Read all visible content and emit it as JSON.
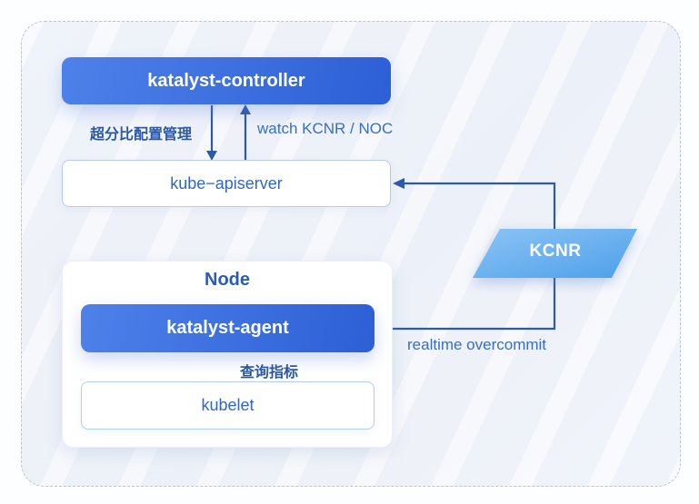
{
  "nodes": {
    "controller": "katalyst-controller",
    "apiserver": "kube−apiserver",
    "node_group_title": "Node",
    "agent": "katalyst-agent",
    "kubelet": "kubelet",
    "kcnr": "KCNR"
  },
  "labels": {
    "config_manage": "超分比配置管理",
    "watch": "watch KCNR / NOC",
    "query_metrics": "查询指标",
    "realtime_overcommit": "realtime overcommit"
  },
  "colors": {
    "accent_start": "#4f81ea",
    "accent_end": "#2c5fd6",
    "kcnr_start": "#8cc4f5",
    "kcnr_end": "#4d9fea",
    "line": "#2d5aa6",
    "label_dark": "#2a57a5",
    "label_medium": "#3a6dc2",
    "box_border": "#b3cdf2",
    "dashed_border": "#b7c4de",
    "box_text": "#3366c4",
    "node_title": "#2b5cad"
  }
}
